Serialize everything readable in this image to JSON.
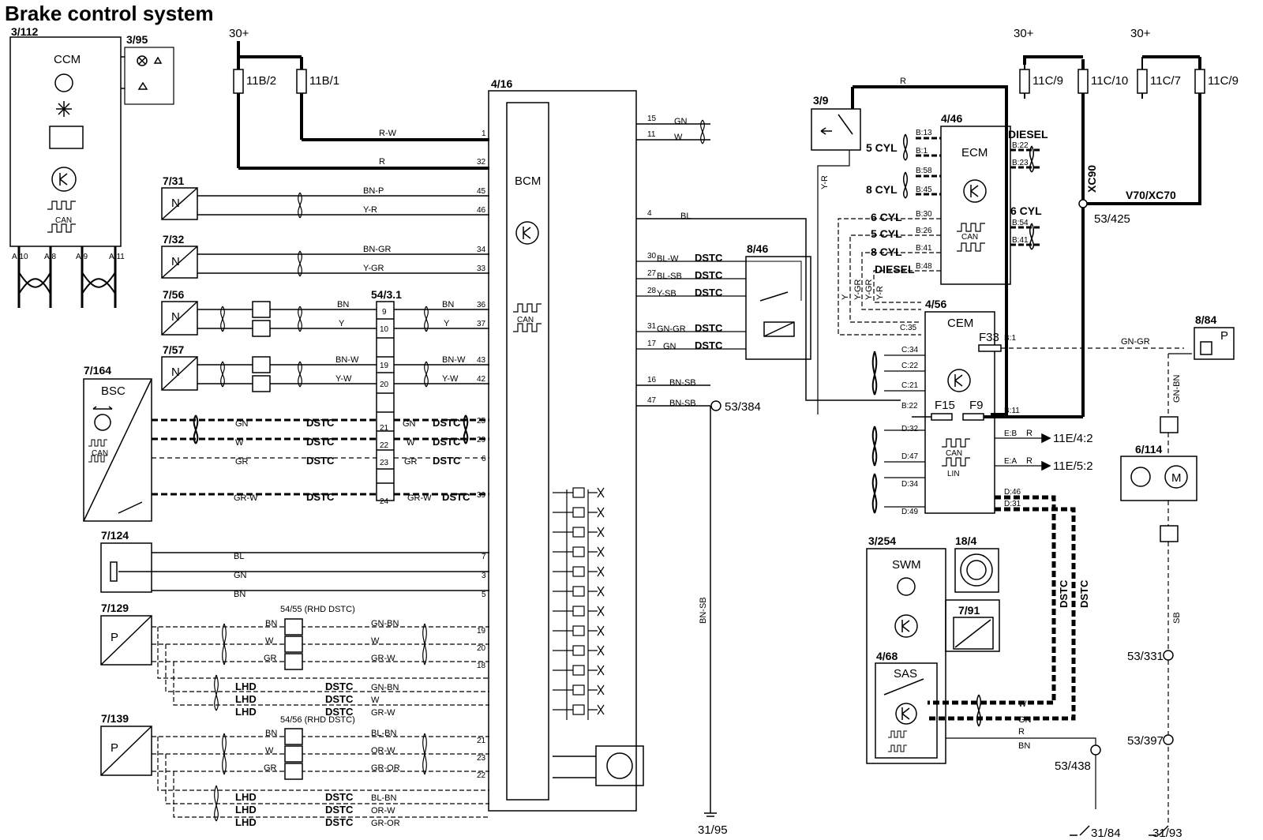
{
  "title": "Brake control system",
  "components": {
    "ccm_ref": "3/112",
    "ccm": "CCM",
    "ccm_can": "CAN",
    "c395": "3/95",
    "bcm_ref": "4/16",
    "bcm": "BCM",
    "bcm_can": "CAN",
    "s731": "7/31",
    "s732": "7/32",
    "s756": "7/56",
    "s757": "7/57",
    "bsc_ref": "7/164",
    "bsc": "BSC",
    "bsc_can": "CAN",
    "s7124": "7/124",
    "s7129": "7/129",
    "s7139": "7/139",
    "conn5431": "54/3.1",
    "conn5455": "54/55 (RHD DSTC)",
    "conn5456": "54/56 (RHD DSTC)",
    "f11b2": "11B/2",
    "f11b1": "11B/1",
    "f11c9": "11C/9",
    "f11c10": "11C/10",
    "f11c7": "11C/7",
    "f11c9b": "11C/9",
    "sw39": "3/9",
    "ecm_ref": "4/46",
    "ecm": "ECM",
    "ecm_can": "CAN",
    "cem_ref": "4/56",
    "cem": "CEM",
    "cem_can": "CAN",
    "cem_lin": "LIN",
    "c846": "8/46",
    "c884": "8/84",
    "m6114": "6/114",
    "swm_ref": "3/254",
    "swm": "SWM",
    "c184": "18/4",
    "c791": "7/91",
    "sas_ref": "4/68",
    "sas": "SAS",
    "g53425": "53/425",
    "g53384": "53/384",
    "g53331": "53/331",
    "g53397": "53/397",
    "g53438": "53/438",
    "gnd3195": "31/95",
    "gnd3184": "31/84",
    "gnd3193": "31/93",
    "e42": "11E/4:2",
    "e52": "11E/5:2",
    "xc90": "XC90",
    "v70": "V70/XC70",
    "diesel": "DIESEL",
    "cyl5": "5 CYL",
    "cyl8": "8 CYL",
    "cyl6": "6 CYL",
    "f33": "F33",
    "f15": "F15",
    "f9": "F9",
    "pos30": "30+",
    "pos30b": "30+",
    "pos30c": "30+",
    "N": "N",
    "P": "P",
    "M": "M"
  },
  "ccm_pins": [
    "A:10",
    "A:8",
    "A:9",
    "A:11"
  ],
  "wires": {
    "rw": "R-W",
    "r": "R",
    "bnp": "BN-P",
    "yr": "Y-R",
    "bngr": "BN-GR",
    "ygr": "Y-GR",
    "bn": "BN",
    "y": "Y",
    "bnw": "BN-W",
    "yw": "Y-W",
    "gn": "GN",
    "w": "W",
    "gr": "GR",
    "grw": "GR-W",
    "bl": "BL",
    "bnsb": "BN-SB",
    "blw": "BL-W",
    "blsb": "BL-SB",
    "ysb": "Y-SB",
    "gngr": "GN-GR",
    "bnsb2": "BN-SB",
    "sb": "SB",
    "gnbn": "GN-BN",
    "blbn": "BL-BN",
    "orw": "OR-W",
    "gror": "GR-OR",
    "dstc": "DSTC",
    "lhd": "LHD",
    "xgr": "Y-GR",
    "yr2": "Y-R",
    "y2": "Y",
    "gnbn2": "GN-BN",
    "gngr2": "GN-GR"
  },
  "bcm_pins": [
    "1",
    "32",
    "45",
    "46",
    "34",
    "33",
    "36",
    "37",
    "43",
    "42",
    "25",
    "29",
    "6",
    "39",
    "7",
    "3",
    "5",
    "19",
    "20",
    "18",
    "21",
    "23",
    "22",
    "15",
    "11",
    "4",
    "30",
    "27",
    "28",
    "31",
    "17",
    "16",
    "47"
  ],
  "conn5431_pins": [
    "9",
    "10",
    "19",
    "20",
    "21",
    "22",
    "23",
    "24"
  ],
  "cem_pins": [
    "C:34",
    "C:22",
    "C:21",
    "B:22",
    "D:32",
    "D:47",
    "D:34",
    "D:49",
    "B:1",
    "B:11",
    "E:B",
    "E:A",
    "D:46",
    "D:31",
    "C:35"
  ],
  "ecm_pins": [
    "B:13",
    "B:1",
    "B:58",
    "B:45",
    "B:30",
    "B:26",
    "B:41",
    "B:48",
    "B:22",
    "B:23",
    "B:54",
    "B:41"
  ],
  "colors": {
    "line": "#000000",
    "bg": "#ffffff"
  }
}
